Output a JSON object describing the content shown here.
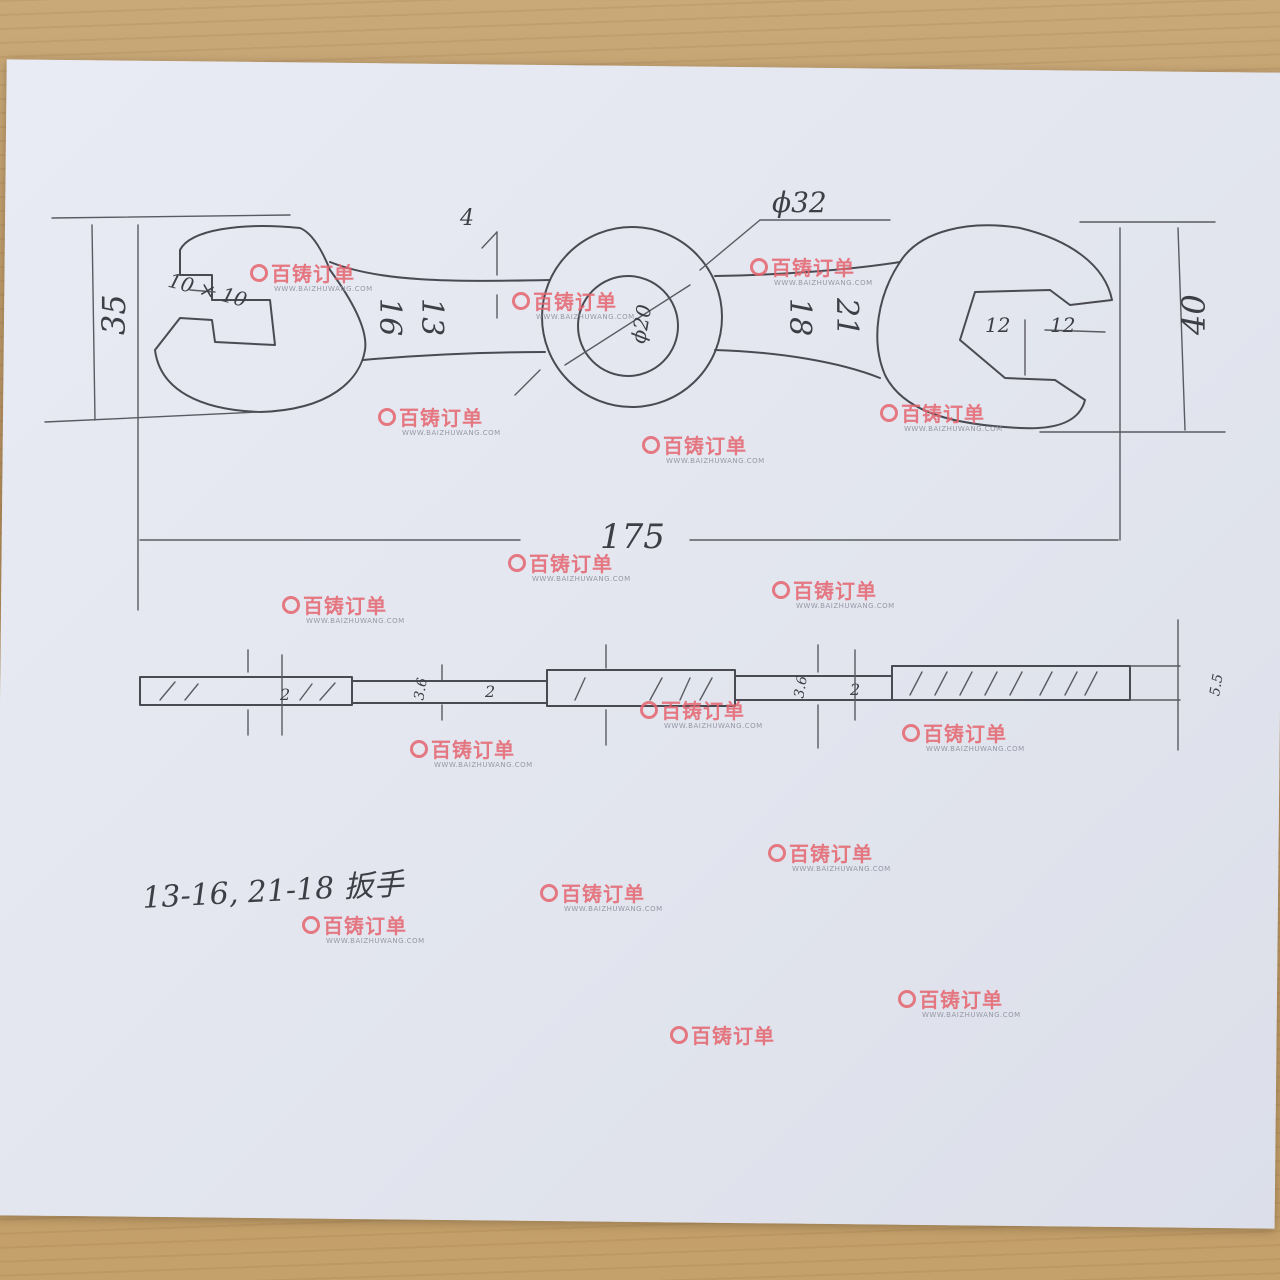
{
  "drawing": {
    "dim_overall_length": "175",
    "dim_left_height": "35",
    "dim_right_height": "40",
    "dim_neck_thickness": "4",
    "dim_hub_outer": "ϕ32",
    "dim_hub_inner": "ϕ20",
    "left_jaw_dims": "10 × 10",
    "left_sizes": [
      "16",
      "13"
    ],
    "right_sizes": [
      "21",
      "18"
    ],
    "right_jaw_dims": [
      "12",
      "12"
    ],
    "side_dims": [
      "2",
      "3.6",
      "2",
      "3.6",
      "2",
      "5.5"
    ],
    "caption": "13-16, 21-18 扳手"
  },
  "watermark": {
    "text": "百铸订单",
    "url": "WWW.BAIZHUWANG.COM"
  }
}
